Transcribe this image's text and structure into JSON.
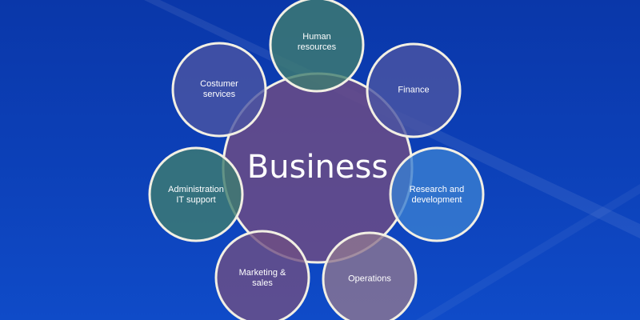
{
  "diagram": {
    "center": {
      "label": "Business"
    },
    "nodes": [
      {
        "label": "Human\nresources",
        "color": "#3f7d6f"
      },
      {
        "label": "Finance",
        "color": "#4b55a2"
      },
      {
        "label": "Research  and\ndevelopment",
        "color": "#3a7ed1"
      },
      {
        "label": "Operations",
        "color": "#8f7690"
      },
      {
        "label": "Marketing  &\nsales",
        "color": "#6f4f83"
      },
      {
        "label": "Administration\nIT support",
        "color": "#3f7d6f"
      },
      {
        "label": "Costumer\nservices",
        "color": "#4b55a2"
      }
    ]
  },
  "colors": {
    "background": "#0c3fb6",
    "center": "#6b4c86",
    "stroke": "#f2efe3"
  }
}
